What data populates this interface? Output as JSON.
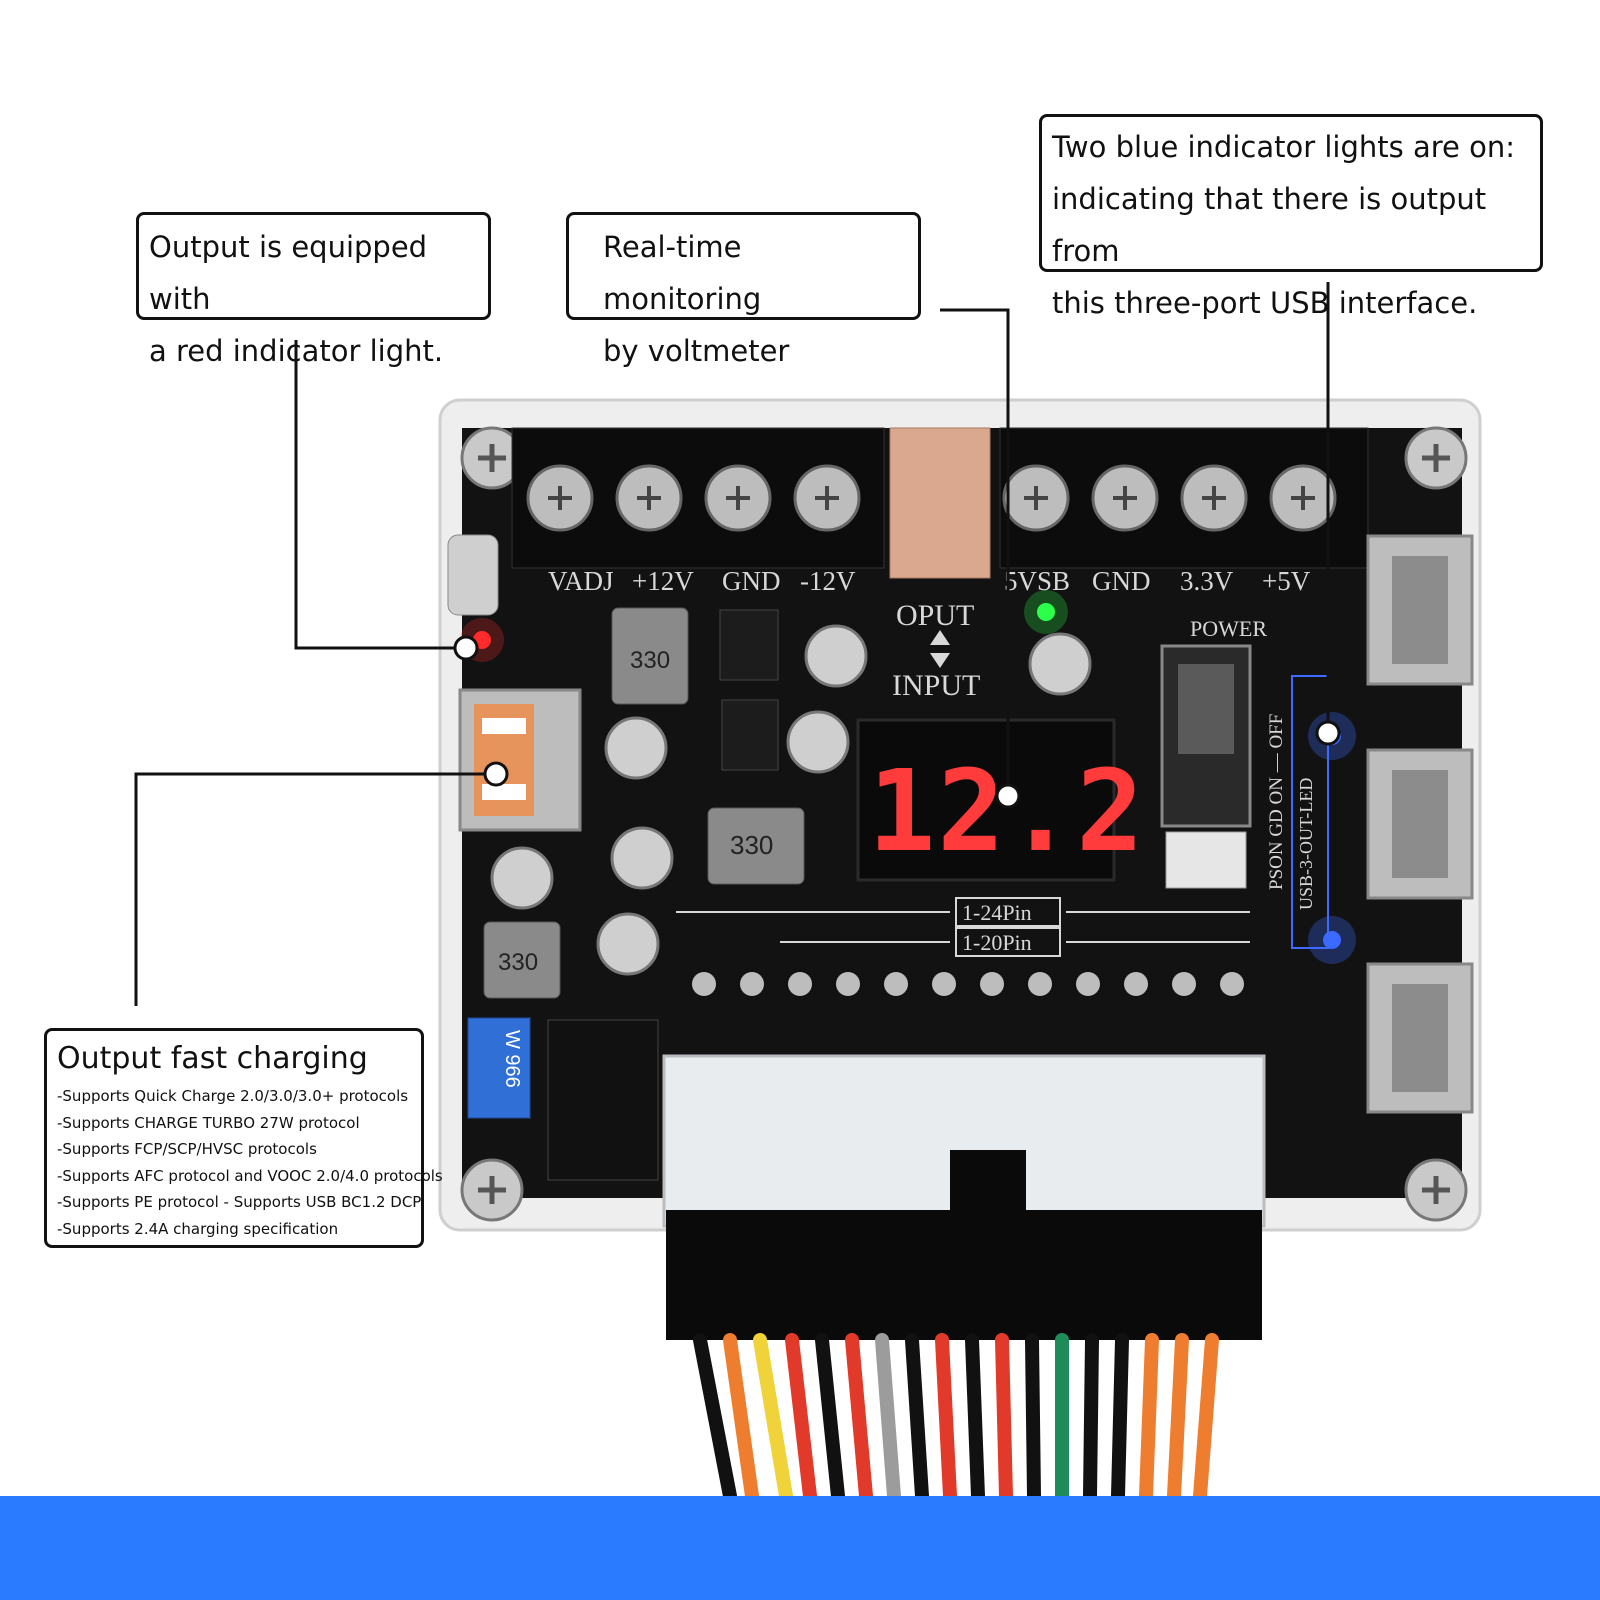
{
  "callouts": {
    "red_light": {
      "lines": [
        "Output is equipped with",
        "a red indicator light."
      ]
    },
    "voltmeter": {
      "lines": [
        "Real-time monitoring",
        "by voltmeter"
      ]
    },
    "blue_lights": {
      "lines": [
        "Two blue indicator lights are on:",
        "indicating that there is output from",
        "this three-port USB interface."
      ]
    },
    "fast_charging": {
      "title": "Output fast charging",
      "lines": [
        "-Supports Quick Charge 2.0/3.0/3.0+ protocols",
        "-Supports CHARGE TURBO 27W protocol",
        "-Supports FCP/SCP/HVSC protocols",
        "-Supports AFC protocol and VOOC 2.0/4.0 protocols",
        "-Supports PE protocol - Supports USB BC1.2 DCP",
        "-Supports 2.4A charging specification"
      ]
    }
  },
  "board": {
    "terminal_labels_left": [
      "VADJ",
      "+12V",
      "GND",
      "-12V"
    ],
    "terminal_labels_right": [
      "5VSB",
      "GND",
      "3.3V",
      "+5V"
    ],
    "display_reading": "12.2",
    "switch_label": "POWER",
    "switch_states": "PSON GD ON — OFF",
    "mode_label_top": "OPUT",
    "mode_label_bottom": "INPUT",
    "usb_label": "USB-3-OUT-LED",
    "pin_label_24": "1-24Pin",
    "pin_label_20": "1-20Pin",
    "inductor_marking": "330",
    "pot_marking": "W 966"
  },
  "colors": {
    "pcb": "#121212",
    "display_red": "#ff3b3b",
    "accent_blue": "#2a7bff",
    "red_led": "#ff2a2a",
    "blue_led": "#3d6bff",
    "green_led": "#2dff4a"
  }
}
